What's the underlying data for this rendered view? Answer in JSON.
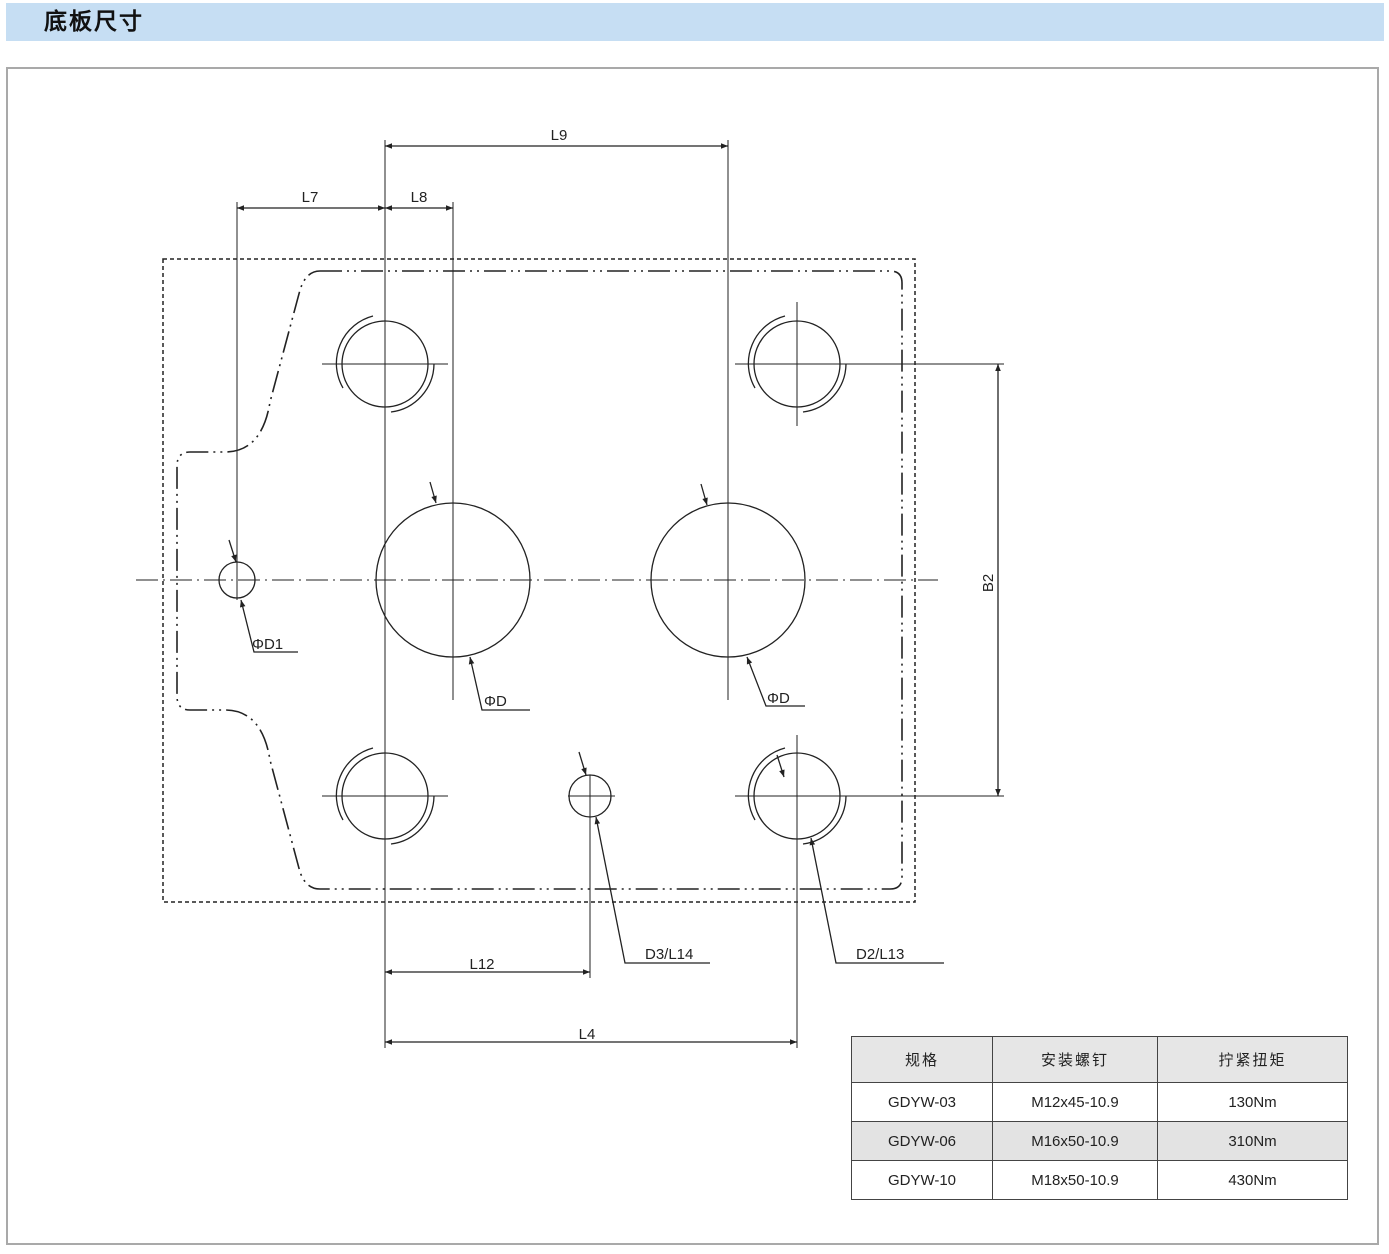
{
  "header": {
    "title": "底板尺寸"
  },
  "labels": {
    "l9": "L9",
    "l7": "L7",
    "l8": "L8",
    "b2": "B2",
    "phi_d1": "ΦD1",
    "phi_d_left": "ΦD",
    "phi_d_right": "ΦD",
    "d3_l14": "D3/L14",
    "d2_l13": "D2/L13",
    "l12": "L12",
    "l4": "L4"
  },
  "table": {
    "headers": [
      "规格",
      "安装螺钉",
      "拧紧扭矩"
    ],
    "rows": [
      {
        "model": "GDYW-03",
        "screw": "M12x45-10.9",
        "torque": "130Nm"
      },
      {
        "model": "GDYW-06",
        "screw": "M16x50-10.9",
        "torque": "310Nm"
      },
      {
        "model": "GDYW-10",
        "screw": "M18x50-10.9",
        "torque": "430Nm"
      }
    ]
  },
  "colors": {
    "header_band": "#c6def3",
    "line": "#222222",
    "table_shade": "#e3e3e3"
  }
}
